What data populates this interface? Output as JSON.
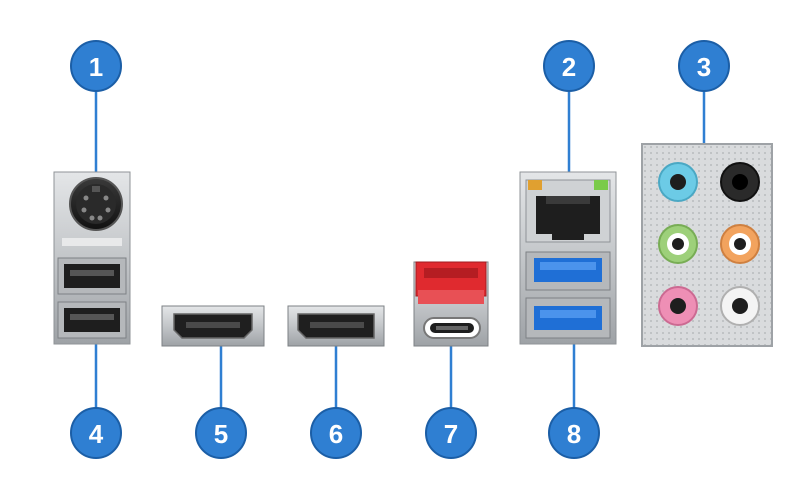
{
  "callouts": [
    {
      "number": "1",
      "port": "ps2-port"
    },
    {
      "number": "2",
      "port": "lan-port"
    },
    {
      "number": "3",
      "port": "audio-jacks"
    },
    {
      "number": "4",
      "port": "usb-2-ports"
    },
    {
      "number": "5",
      "port": "hdmi-port"
    },
    {
      "number": "6",
      "port": "displayport"
    },
    {
      "number": "7",
      "port": "usb-type-c-port"
    },
    {
      "number": "8",
      "port": "usb-3-ports"
    }
  ],
  "colors": {
    "marker": "#2f7fd2",
    "marker_edge": "#1b5ea6",
    "leader": "#2f7fd2",
    "bracket": "#c9cbcd",
    "usb3_blue": "#1f6fd6",
    "usb_red": "#e02a2f",
    "audio_blue": "#6ccbe6",
    "audio_green": "#9dd07a",
    "audio_orange": "#f2a35e",
    "audio_pink": "#ee8fb5",
    "audio_black": "#2a2a2a",
    "audio_white": "#f4f4f4"
  }
}
